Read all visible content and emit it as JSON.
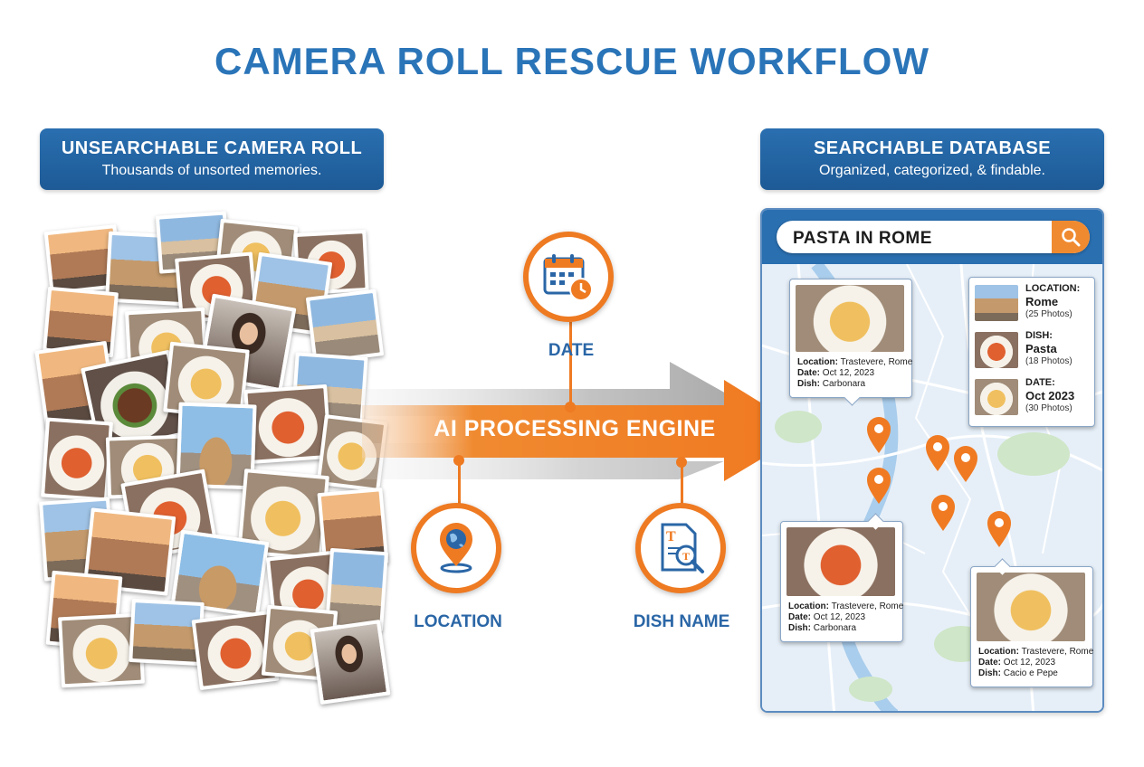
{
  "title": "CAMERA ROLL RESCUE WORKFLOW",
  "left_panel": {
    "heading": "UNSEARCHABLE CAMERA ROLL",
    "subheading": "Thousands of unsorted memories."
  },
  "right_panel": {
    "heading": "SEARCHABLE DATABASE",
    "subheading": "Organized, categorized, & findable."
  },
  "engine": {
    "label": "AI PROCESSING ENGINE",
    "arrow_color": "#ee7a22"
  },
  "extractors": [
    {
      "label": "DATE",
      "icon": "calendar-clock-icon"
    },
    {
      "label": "LOCATION",
      "icon": "globe-pin-icon"
    },
    {
      "label": "DISH NAME",
      "icon": "document-search-icon"
    }
  ],
  "search": {
    "query": "PASTA IN ROME",
    "icon": "search-icon"
  },
  "result_cards": [
    {
      "location_key": "Location:",
      "location": "Trastevere, Rome",
      "date_key": "Date:",
      "date": "Oct 12, 2023",
      "dish_key": "Dish:",
      "dish": "Carbonara"
    },
    {
      "location_key": "Location:",
      "location": "Trastevere, Rome",
      "date_key": "Date:",
      "date": "Oct 12, 2023",
      "dish_key": "Dish:",
      "dish": "Carbonara"
    },
    {
      "location_key": "Location:",
      "location": "Trastevere, Rome",
      "date_key": "Date:",
      "date": "Oct 12, 2023",
      "dish_key": "Dish:",
      "dish": "Cacio e Pepe"
    }
  ],
  "filters": [
    {
      "key": "LOCATION:",
      "value": "Rome",
      "count": "(25 Photos)"
    },
    {
      "key": "DISH:",
      "value": "Pasta",
      "count": "(18 Photos)"
    },
    {
      "key": "DATE:",
      "value": "Oct 2023",
      "count": "(30 Photos)"
    }
  ],
  "colors": {
    "brand_blue": "#2a74b8",
    "accent_orange": "#ee7a22"
  }
}
